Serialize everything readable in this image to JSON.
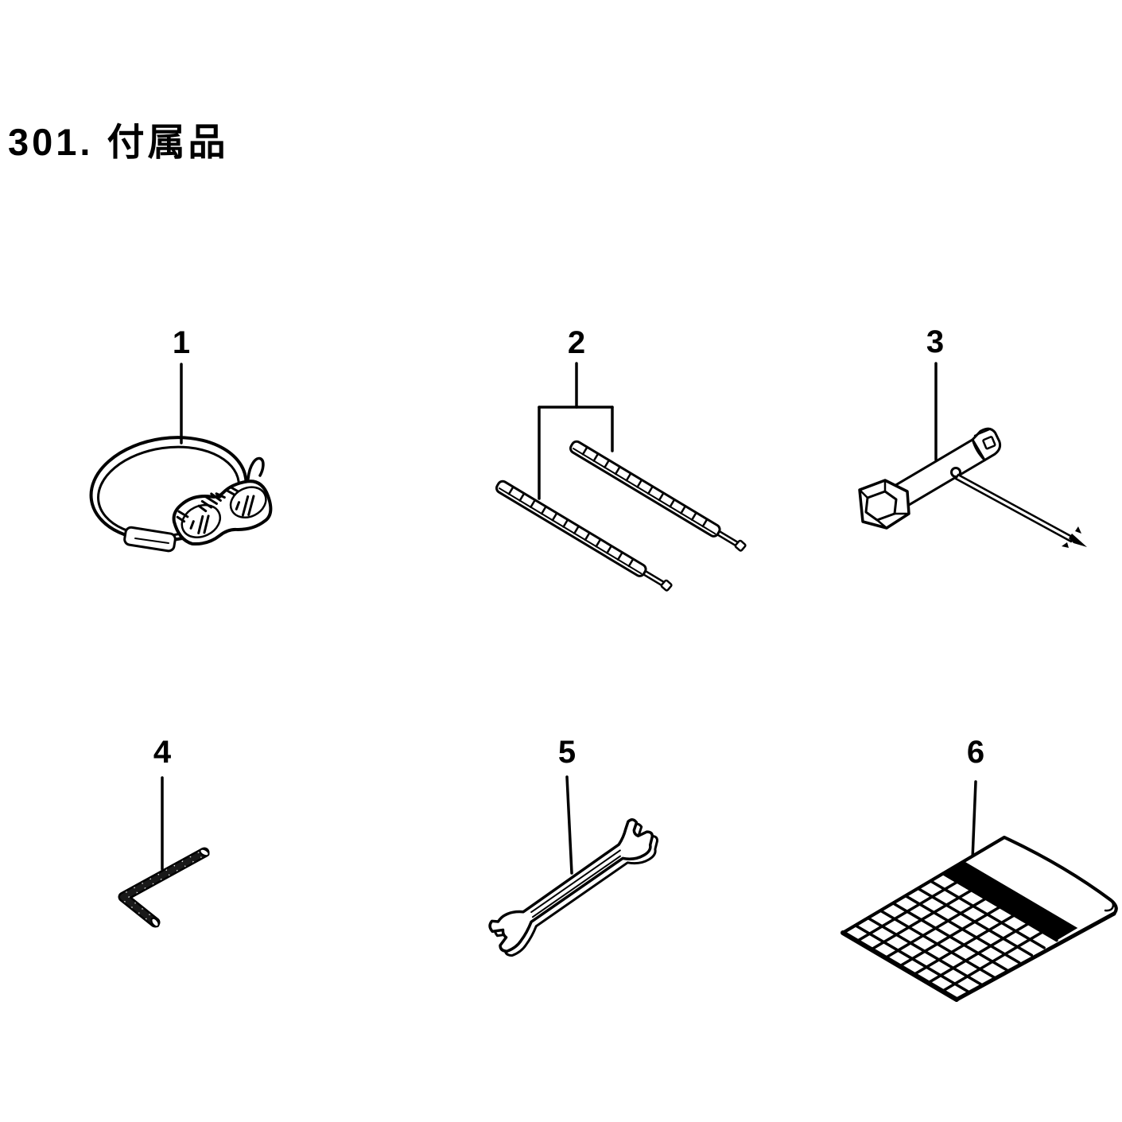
{
  "page": {
    "title": "301. 付属品",
    "background_color": "#ffffff",
    "line_color": "#000000"
  },
  "items": [
    {
      "number": "1",
      "icon": "safety-goggles-drawing"
    },
    {
      "number": "2",
      "icon": "blade-cover-pair-drawing"
    },
    {
      "number": "3",
      "icon": "t-handle-socket-wrench-drawing"
    },
    {
      "number": "4",
      "icon": "hex-key-drawing"
    },
    {
      "number": "5",
      "icon": "open-end-wrench-drawing"
    },
    {
      "number": "6",
      "icon": "grid-file-sheet-drawing"
    }
  ]
}
